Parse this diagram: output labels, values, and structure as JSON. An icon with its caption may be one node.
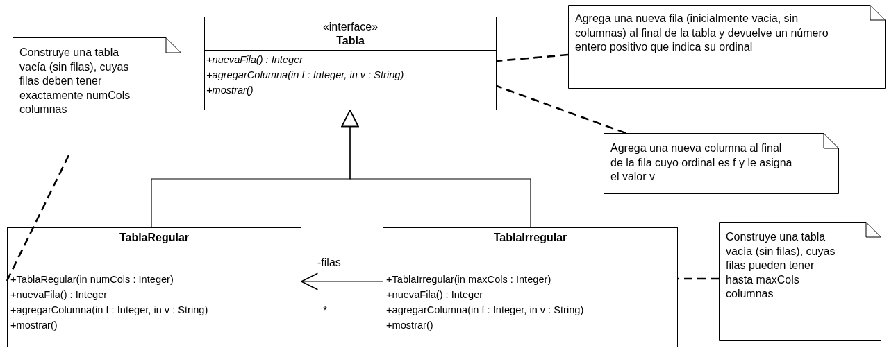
{
  "diagram": {
    "nodes": [
      {
        "text": [
          "«interface»",
          "Tabla",
          "+nuevaFila() : Integer",
          "+agregarColumna(in f : Integer, in v : String)",
          "+mostrar()"
        ]
      },
      {
        "text": [
          "Agrega una nueva fila (inicialmente vacia, sin columnas) al final de la tabla y devuelve un número entero positivo que indica su ordinal"
        ]
      },
      {
        "text": [
          "Construye una tabla vacía (sin filas), cuyas filas deben tener exactamente numCols columnas"
        ]
      },
      {
        "text": [
          "Agrega una nueva columna al final de la fila cuyo ordinal es f y le asigna el valor v"
        ]
      },
      {
        "text": [
          "TablaRegular",
          "+TablaRegular(in numCols : Integer)",
          "+nuevaFila() : Integer",
          "+agregarColumna(in f : Integer, in v : String)",
          "+mostrar()"
        ]
      },
      {
        "text": [
          "TablaIrregular",
          "+TablaIrregular(in maxCols : Integer)",
          "+nuevaFila() : Integer",
          "+agregarColumna(in f : Integer, in v : String)",
          "+mostrar()"
        ]
      },
      {
        "text": [
          "Construye una tabla vacía (sin filas), cuyas filas pueden tener hasta maxCols columnas"
        ]
      }
    ],
    "edges": [
      {
        "from": 4,
        "to": 0,
        "arrow": "to"
      },
      {
        "from": 5,
        "to": 0,
        "arrow": "to"
      },
      {
        "from": 5,
        "to": 4,
        "arrow": "to",
        "label": "-filas"
      },
      {
        "from": 1,
        "to": 0,
        "arrow": "none",
        "style": "dashed"
      },
      {
        "from": 3,
        "to": 0,
        "arrow": "none",
        "style": "dashed"
      },
      {
        "from": 2,
        "to": 4,
        "arrow": "none",
        "style": "dashed"
      },
      {
        "from": 6,
        "to": 5,
        "arrow": "none",
        "style": "dashed"
      }
    ],
    "labels": [
      "*"
    ]
  }
}
